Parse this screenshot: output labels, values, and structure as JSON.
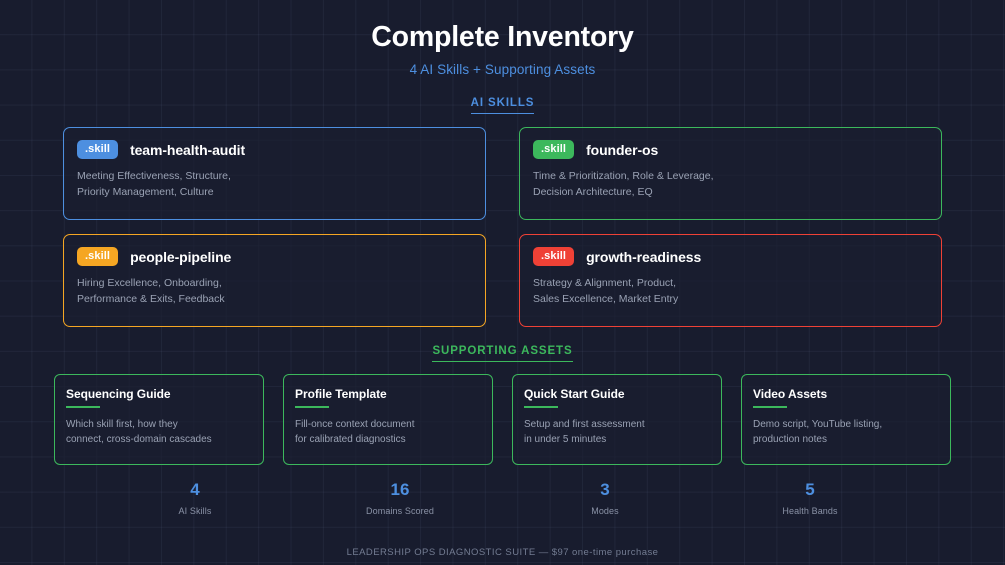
{
  "header": {
    "title": "Complete Inventory",
    "subtitle": "4 AI Skills + Supporting Assets"
  },
  "sections": {
    "skills_label": "AI SKILLS",
    "assets_label": "SUPPORTING ASSETS"
  },
  "skills": [
    {
      "badge": ".skill",
      "name": "team-health-audit",
      "desc": "Meeting Effectiveness, Structure,\nPriority Management, Culture",
      "color": "#4d8fe0",
      "variant": "blue"
    },
    {
      "badge": ".skill",
      "name": "founder-os",
      "desc": "Time & Prioritization, Role & Leverage,\nDecision Architecture, EQ",
      "color": "#3cb85c",
      "variant": "green"
    },
    {
      "badge": ".skill",
      "name": "people-pipeline",
      "desc": "Hiring Excellence, Onboarding,\nPerformance & Exits, Feedback",
      "color": "#f5a623",
      "variant": "orange"
    },
    {
      "badge": ".skill",
      "name": "growth-readiness",
      "desc": "Strategy & Alignment, Product,\nSales Excellence, Market Entry",
      "color": "#ef4136",
      "variant": "red"
    }
  ],
  "assets": [
    {
      "title": "Sequencing Guide",
      "desc": "Which skill first, how they\nconnect, cross-domain cascades"
    },
    {
      "title": "Profile Template",
      "desc": "Fill-once context document\nfor calibrated diagnostics"
    },
    {
      "title": "Quick Start Guide",
      "desc": "Setup and first assessment\nin under 5 minutes"
    },
    {
      "title": "Video Assets",
      "desc": "Demo script, YouTube listing,\nproduction notes"
    }
  ],
  "stats": [
    {
      "value": "4",
      "label": "AI Skills"
    },
    {
      "value": "16",
      "label": "Domains Scored"
    },
    {
      "value": "3",
      "label": "Modes"
    },
    {
      "value": "5",
      "label": "Health Bands"
    }
  ],
  "footer": {
    "text": "LEADERSHIP OPS DIAGNOSTIC SUITE  —  $97 one-time purchase"
  },
  "theme": {
    "background": "#181c2e",
    "accent_blue": "#4d8fe0",
    "accent_green": "#3cb85c",
    "accent_orange": "#f5a623",
    "accent_red": "#ef4136"
  }
}
